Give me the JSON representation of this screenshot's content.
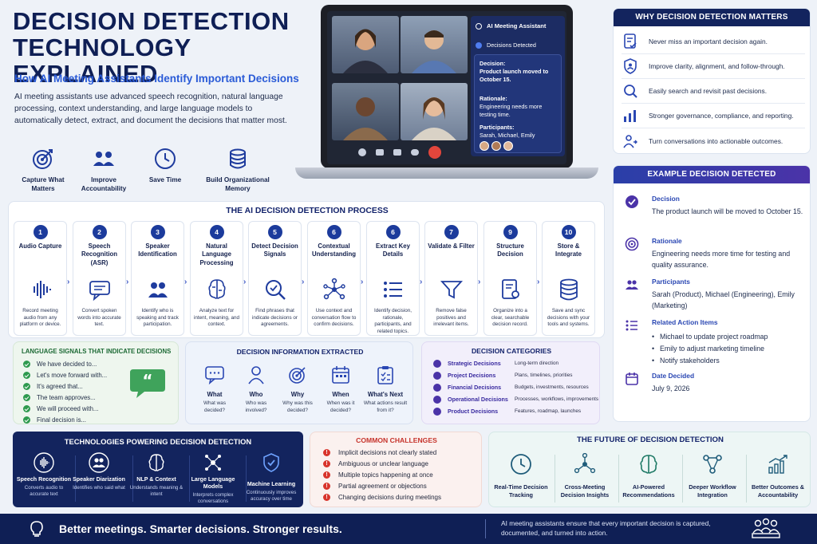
{
  "title": "DECISION DETECTION TECHNOLOGY EXPLAINED",
  "subtitle": "How AI Meeting Assistants Identify Important Decisions",
  "intro": "AI meeting assistants use advanced speech recognition, natural language processing, context understanding, and large language models to automatically detect, extract, and document the decisions that matter most.",
  "benefits": [
    {
      "label": "Capture What Matters",
      "icon": "target-icon"
    },
    {
      "label": "Improve Accountability",
      "icon": "people-icon"
    },
    {
      "label": "Save Time",
      "icon": "clock-icon"
    },
    {
      "label": "Build Organizational Memory",
      "icon": "database-icon"
    }
  ],
  "laptop": {
    "assistant_label": "AI Meeting Assistant",
    "detected_label": "Decisions Detected",
    "decision_label": "Decision:",
    "decision_text": "Product launch moved to October 15.",
    "rationale_label": "Rationale:",
    "rationale_text": "Engineering needs more testing time.",
    "participants_label": "Participants:",
    "participants_text": "Sarah, Michael, Emily"
  },
  "why": {
    "heading": "WHY DECISION DETECTION MATTERS",
    "items": [
      "Never miss an important decision again.",
      "Improve clarity, alignment, and follow-through.",
      "Easily search and revisit past decisions.",
      "Stronger governance, compliance, and reporting.",
      "Turn conversations into actionable outcomes."
    ]
  },
  "example": {
    "heading": "EXAMPLE DECISION DETECTED",
    "decision_label": "Decision",
    "decision_text": "The product launch will be moved to October 15.",
    "rationale_label": "Rationale",
    "rationale_text": "Engineering needs more time for testing and quality assurance.",
    "participants_label": "Participants",
    "participants_text": "Sarah (Product), Michael (Engineering), Emily (Marketing)",
    "actions_label": "Related Action Items",
    "actions": [
      "Michael to update project roadmap",
      "Emily to adjust marketing timeline",
      "Notify stakeholders"
    ],
    "date_label": "Date Decided",
    "date_text": "July 9, 2026"
  },
  "process": {
    "heading": "THE AI DECISION DETECTION PROCESS",
    "steps": [
      {
        "num": "1",
        "title": "Audio Capture",
        "desc": "Record meeting audio from any platform or device."
      },
      {
        "num": "2",
        "title": "Speech Recognition (ASR)",
        "desc": "Convert spoken words into accurate text."
      },
      {
        "num": "3",
        "title": "Speaker Identification",
        "desc": "Identify who is speaking and track participation."
      },
      {
        "num": "4",
        "title": "Natural Language Processing",
        "desc": "Analyze text for intent, meaning, and context."
      },
      {
        "num": "5",
        "title": "Detect Decision Signals",
        "desc": "Find phrases that indicate decisions or agreements."
      },
      {
        "num": "6",
        "title": "Contextual Understanding",
        "desc": "Use context and conversation flow to confirm decisions."
      },
      {
        "num": "6",
        "title": "Extract Key Details",
        "desc": "Identify decision, rationale, participants, and related topics."
      },
      {
        "num": "7",
        "title": "Validate & Filter",
        "desc": "Remove false positives and irrelevant items."
      },
      {
        "num": "9",
        "title": "Structure Decision",
        "desc": "Organize into a clear, searchable decision record."
      },
      {
        "num": "10",
        "title": "Store & Integrate",
        "desc": "Save and sync decisions with your tools and systems."
      }
    ]
  },
  "signals": {
    "heading": "LANGUAGE SIGNALS THAT INDICATE DECISIONS",
    "items": [
      "We have decided to...",
      "Let's move forward with...",
      "It's agreed that...",
      "The team approves...",
      "We will proceed with...",
      "Final decision is..."
    ]
  },
  "info": {
    "heading": "DECISION INFORMATION EXTRACTED",
    "items": [
      {
        "q": "What",
        "d": "What was decided?"
      },
      {
        "q": "Who",
        "d": "Who was involved?"
      },
      {
        "q": "Why",
        "d": "Why was this decided?"
      },
      {
        "q": "When",
        "d": "When was it decided?"
      },
      {
        "q": "What's Next",
        "d": "What actions result from it?"
      }
    ]
  },
  "categories": {
    "heading": "DECISION CATEGORIES",
    "items": [
      {
        "name": "Strategic Decisions",
        "desc": "Long-term direction"
      },
      {
        "name": "Project Decisions",
        "desc": "Plans, timelines, priorities"
      },
      {
        "name": "Financial Decisions",
        "desc": "Budgets, investments, resources"
      },
      {
        "name": "Operational Decisions",
        "desc": "Processes, workflows, improvements"
      },
      {
        "name": "Product Decisions",
        "desc": "Features, roadmap, launches"
      }
    ]
  },
  "tech": {
    "heading": "TECHNOLOGIES POWERING DECISION DETECTION",
    "items": [
      {
        "name": "Speech Recognition",
        "desc": "Converts audio to accurate text"
      },
      {
        "name": "Speaker Diarization",
        "desc": "Identifies who said what"
      },
      {
        "name": "NLP & Context",
        "desc": "Understands meaning & intent"
      },
      {
        "name": "Large Language Models",
        "desc": "Interprets complex conversations"
      },
      {
        "name": "Machine Learning",
        "desc": "Continuously improves accuracy over time"
      }
    ]
  },
  "challenges": {
    "heading": "COMMON CHALLENGES",
    "items": [
      "Implicit decisions not clearly stated",
      "Ambiguous or unclear language",
      "Multiple topics happening at once",
      "Partial agreement or objections",
      "Changing decisions during meetings"
    ]
  },
  "future": {
    "heading": "THE FUTURE OF DECISION DETECTION",
    "items": [
      "Real-Time Decision Tracking",
      "Cross-Meeting Decision Insights",
      "AI-Powered Recommendations",
      "Deeper Workflow Integration",
      "Better Outcomes & Accountability"
    ]
  },
  "footer": {
    "tagline": "Better meetings. Smarter decisions. Stronger results.",
    "note": "AI meeting assistants ensure that every important decision is captured, documented, and turned into action."
  },
  "colors": {
    "navy": "#13245e",
    "accent_blue": "#2a5bd7",
    "purple": "#4b33a8",
    "green": "#2e9a4e",
    "red": "#d8342c"
  }
}
